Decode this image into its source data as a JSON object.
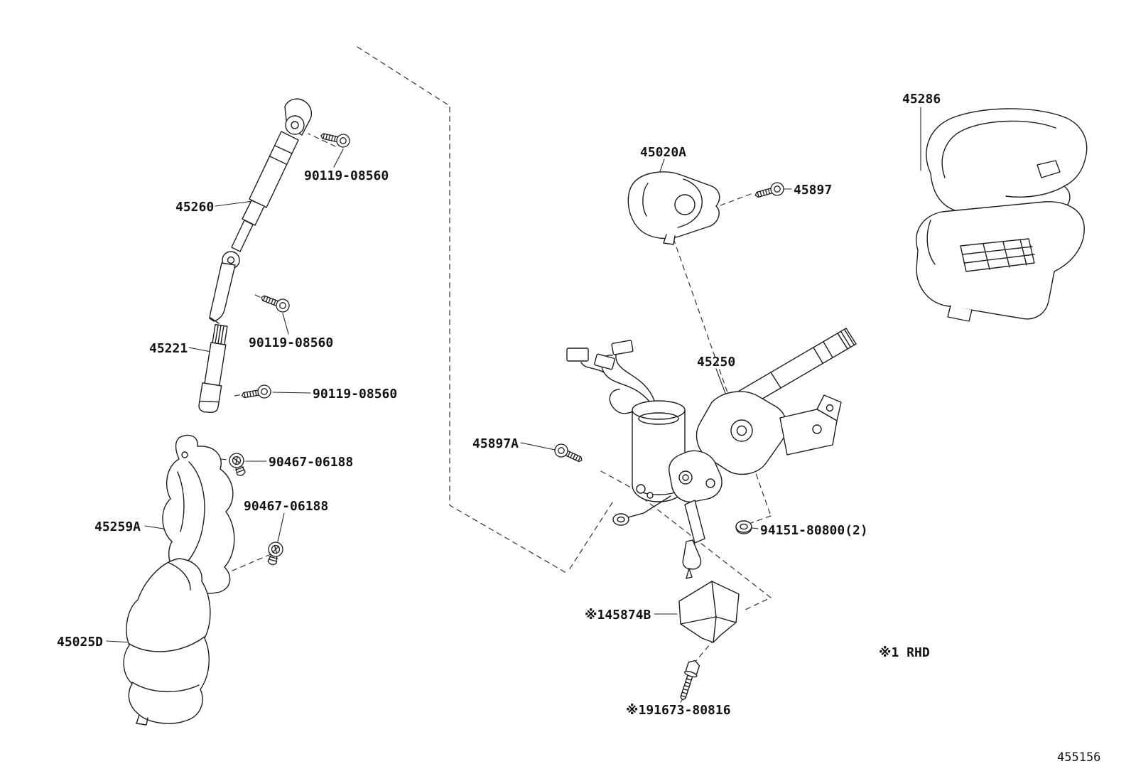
{
  "figure": {
    "number": "455156",
    "note_rhd": "※1 RHD",
    "ink_color": "#1d1d1d"
  },
  "labels": {
    "shaft_45260": "45260",
    "bolt_90119_top": "90119-08560",
    "bolt_90119_mid": "90119-08560",
    "bolt_90119_low": "90119-08560",
    "shaft_45221": "45221",
    "clip_90467_a": "90467-06188",
    "clip_90467_b": "90467-06188",
    "cover_45259a": "45259A",
    "boot_45025d": "45025D",
    "bracket_45020a": "45020A",
    "bolt_45897": "45897",
    "cover_45286": "45286",
    "column_45250": "45250",
    "bolt_45897a": "45897A",
    "nut_94151": "94151-80800(2)",
    "bracket_145874b": "※145874B",
    "bolt_191673": "※191673-80816"
  }
}
